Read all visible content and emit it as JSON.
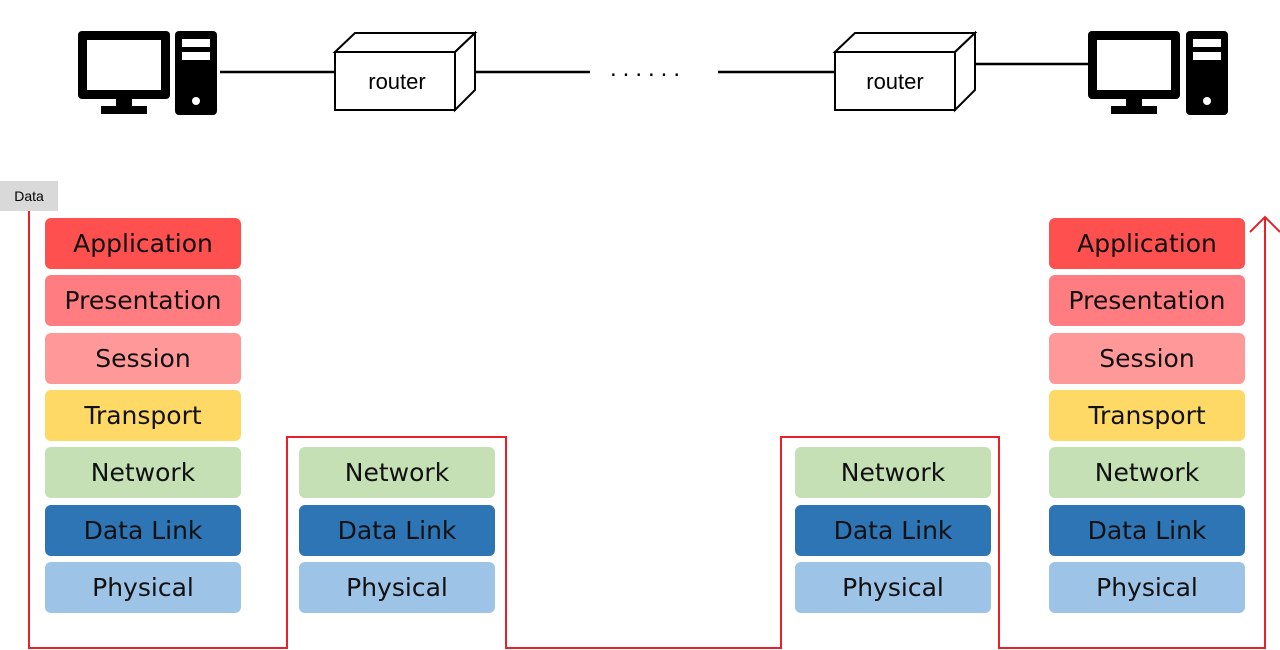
{
  "topology": {
    "router_left_label": "router",
    "router_right_label": "router",
    "ellipsis": "......"
  },
  "data_label": "Data",
  "stacks": {
    "sender": [
      "Application",
      "Presentation",
      "Session",
      "Transport",
      "Network",
      "Data Link",
      "Physical"
    ],
    "router1": [
      "Network",
      "Data Link",
      "Physical"
    ],
    "router2": [
      "Network",
      "Data Link",
      "Physical"
    ],
    "receiver": [
      "Application",
      "Presentation",
      "Session",
      "Transport",
      "Network",
      "Data Link",
      "Physical"
    ]
  },
  "colors": {
    "application": "#ff5050",
    "presentation": "#ff7c80",
    "session": "#ff9999",
    "transport": "#ffd966",
    "network": "#c5e0b4",
    "data_link": "#2e75b6",
    "physical": "#9dc3e6",
    "flow_line": "#e8202a"
  }
}
